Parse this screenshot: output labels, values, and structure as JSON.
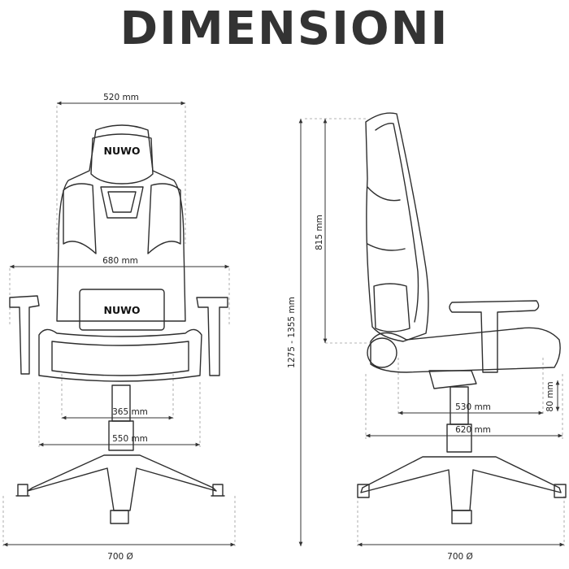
{
  "title": "DIMENSIONI",
  "front_view": {
    "brand_headrest": "NUWO",
    "brand_cushion": "NUWO",
    "dim_backrest_width": "520 mm",
    "dim_armrest_width": "680 mm",
    "dim_seat_width": "365 mm",
    "dim_seat_outer_width": "550 mm",
    "dim_base_width": "700 Ø"
  },
  "side_view": {
    "dim_total_height": "1275 - 1355 mm",
    "dim_backrest_height": "815 mm",
    "dim_seat_depth": "530 mm",
    "dim_overall_depth": "620 mm",
    "dim_adjust": "80 mm",
    "dim_base_width": "700 Ø"
  },
  "colors": {
    "line": "#2e2e2e",
    "guide": "#9a9a9a",
    "title": "#333333"
  }
}
